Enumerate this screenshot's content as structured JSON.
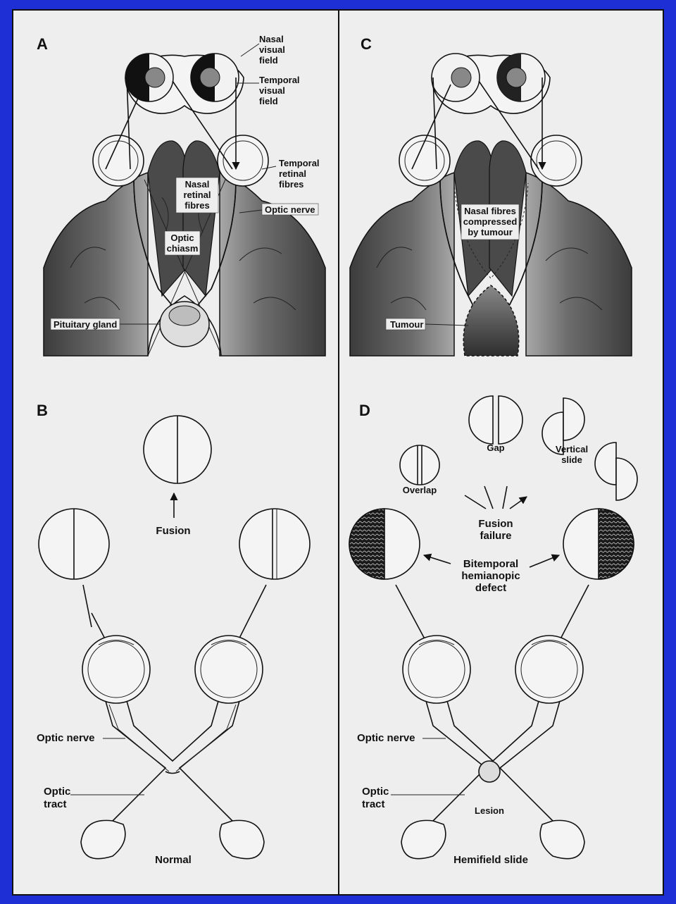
{
  "panels": {
    "a": {
      "letter": "A",
      "labels": {
        "nasal_visual_field": [
          "Nasal",
          "visual",
          "field"
        ],
        "temporal_visual_field": [
          "Temporal",
          "visual",
          "field"
        ],
        "temporal_retinal_fibres": [
          "Temporal",
          "retinal",
          "fibres"
        ],
        "nasal_retinal_fibres": [
          "Nasal",
          "retinal",
          "fibres"
        ],
        "optic_nerve": "Optic nerve",
        "optic_chiasm": [
          "Optic",
          "chiasm"
        ],
        "pituitary_gland": "Pituitary gland"
      }
    },
    "b": {
      "letter": "B",
      "labels": {
        "fusion": "Fusion",
        "optic_nerve": "Optic nerve",
        "optic_tract": [
          "Optic",
          "tract"
        ],
        "caption": "Normal"
      }
    },
    "c": {
      "letter": "C",
      "labels": {
        "nasal_fibres_compressed": [
          "Nasal fibres",
          "compressed",
          "by tumour"
        ],
        "tumour": "Tumour"
      }
    },
    "d": {
      "letter": "D",
      "labels": {
        "gap": "Gap",
        "overlap": "Overlap",
        "vertical_slide": [
          "Vertical",
          "slide"
        ],
        "fusion_failure": [
          "Fusion",
          "failure"
        ],
        "bitemporal_defect": [
          "Bitemporal",
          "hemianopic",
          "defect"
        ],
        "optic_nerve": "Optic nerve",
        "optic_tract": [
          "Optic",
          "tract"
        ],
        "lesion": "Lesion",
        "caption": "Hemifield slide"
      }
    }
  },
  "colors": {
    "frame": "#1f2fd6",
    "paper": "#eeeeee",
    "ink": "#111111",
    "brain_dark": "#3a3a3a",
    "brain_mid": "#7a7a7a"
  }
}
